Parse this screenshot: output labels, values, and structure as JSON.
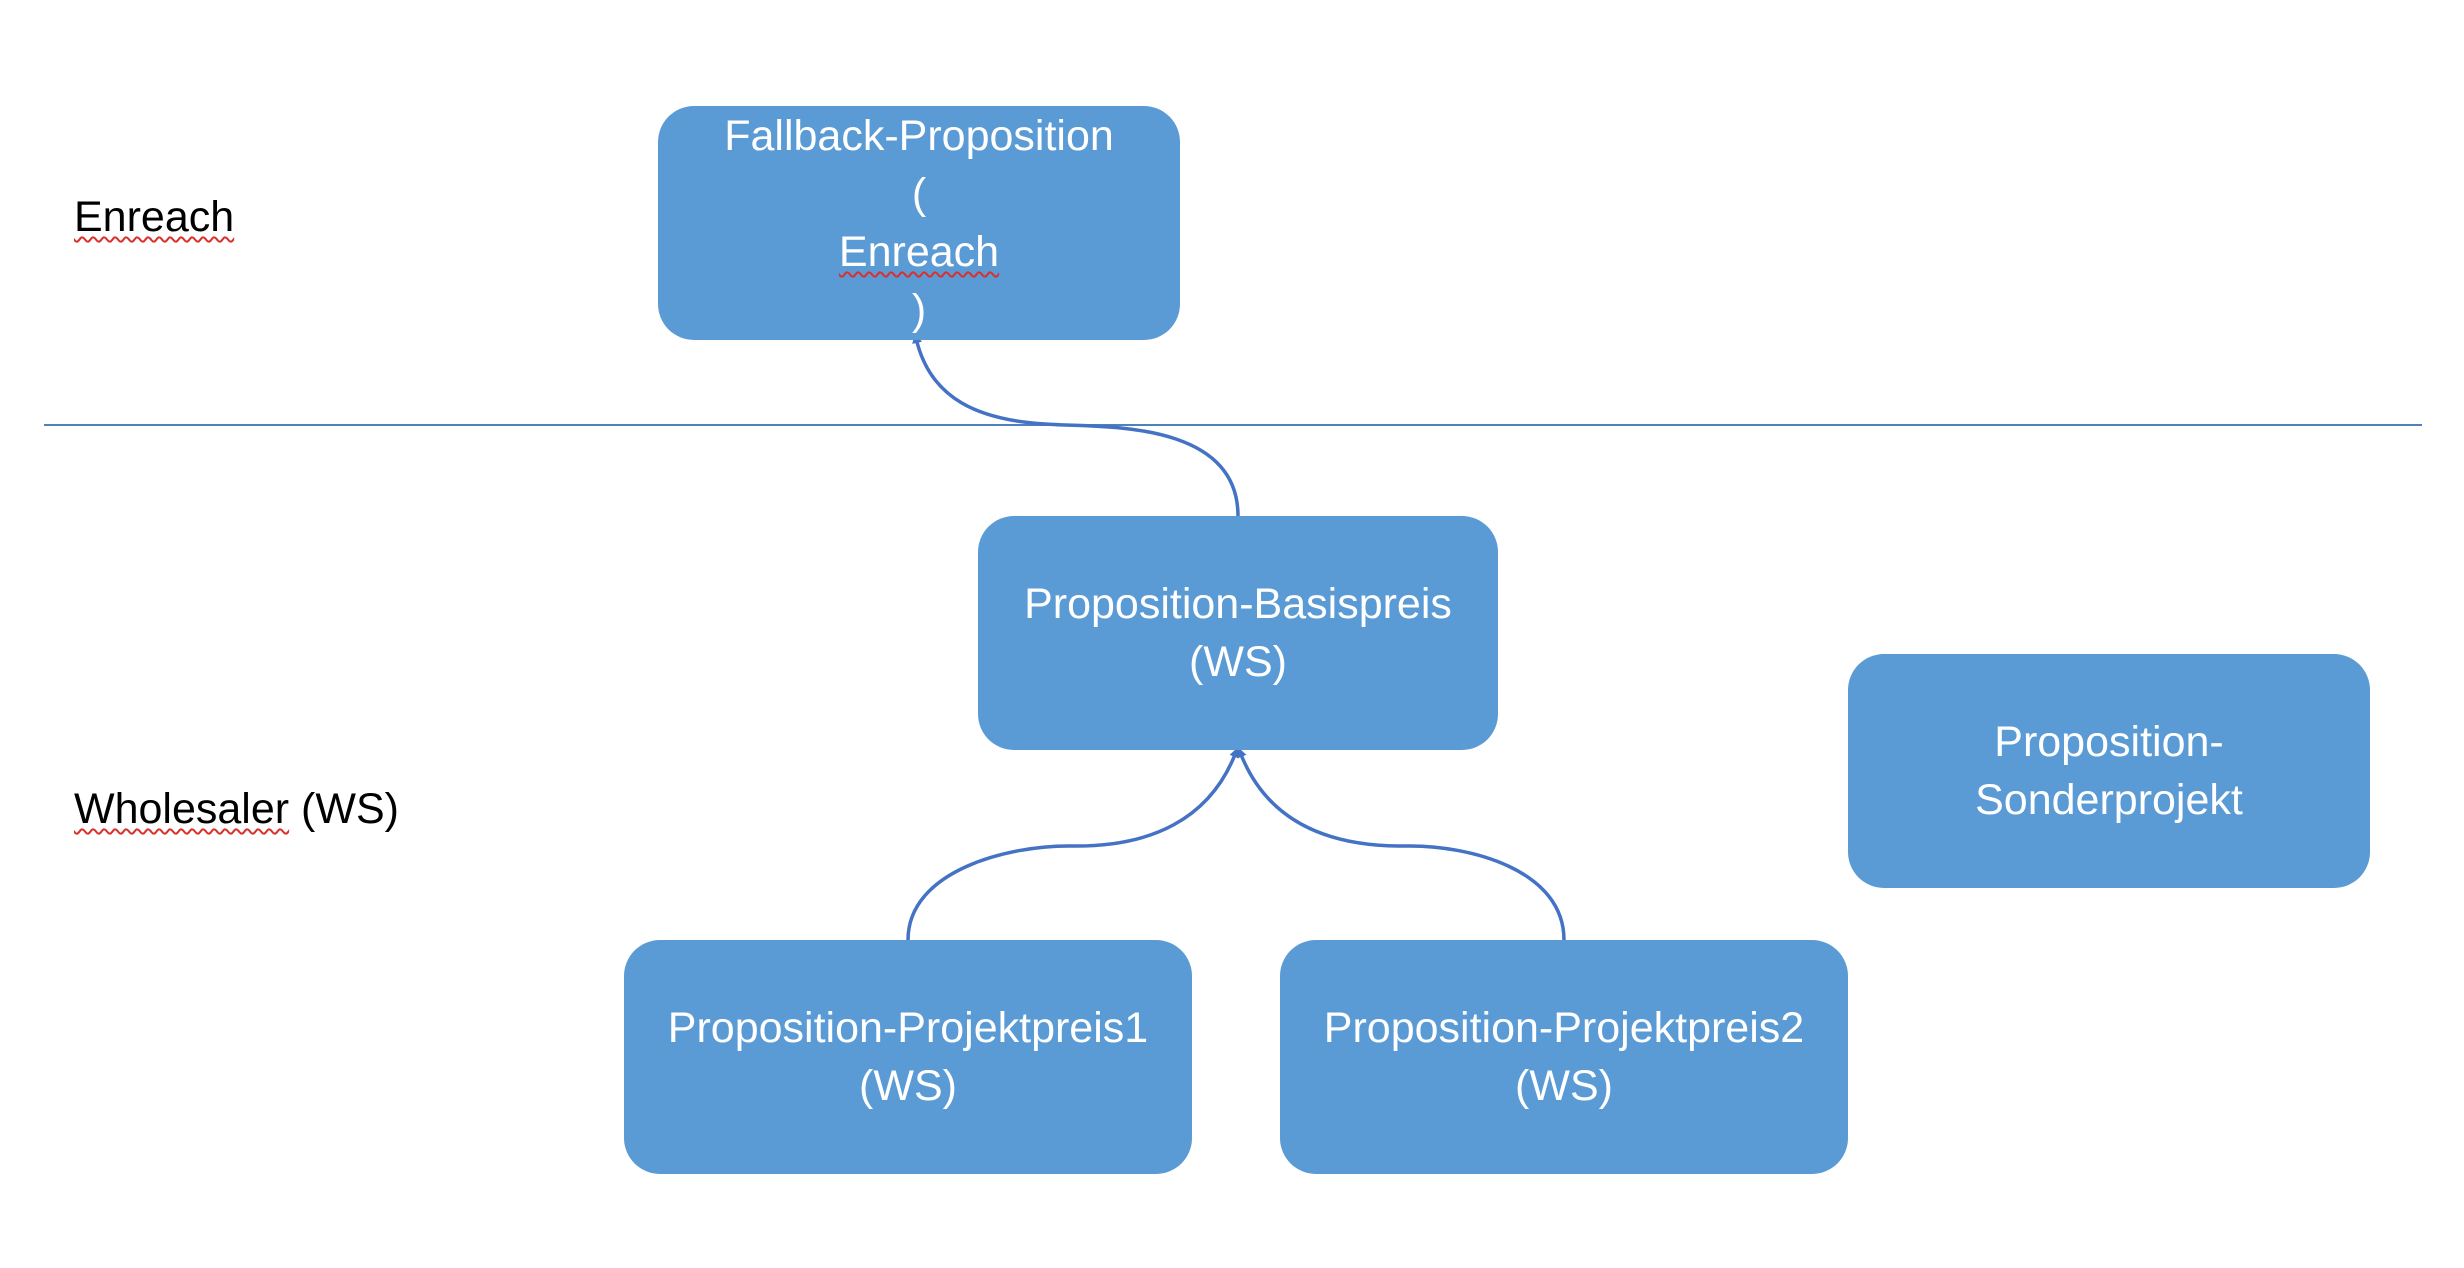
{
  "lanes": {
    "top": {
      "label": "Enreach"
    },
    "bottom": {
      "label": "Wholesaler",
      "suffix": " (WS)"
    }
  },
  "nodes": {
    "fallback": {
      "line1": "Fallback-Proposition",
      "line2_open": "(",
      "line2_word": "Enreach",
      "line2_close": ")"
    },
    "basispreis": {
      "line1": "Proposition-Basispreis",
      "line2": "(WS)"
    },
    "sonderprojekt": {
      "line1": "Proposition-",
      "line2": "Sonderprojekt"
    },
    "projektpreis1": {
      "line1": "Proposition-Projektpreis1",
      "line2": "(WS)"
    },
    "projektpreis2": {
      "line1": "Proposition-Projektpreis2",
      "line2": "(WS)"
    }
  },
  "edges": [
    {
      "from": "basispreis",
      "to": "fallback"
    },
    {
      "from": "projektpreis1",
      "to": "basispreis"
    },
    {
      "from": "projektpreis2",
      "to": "basispreis"
    }
  ],
  "colors": {
    "box_fill": "#5b9bd5",
    "connector": "#4472c4",
    "divider": "#4f81bd",
    "spellcheck_underline": "#d9302c"
  }
}
